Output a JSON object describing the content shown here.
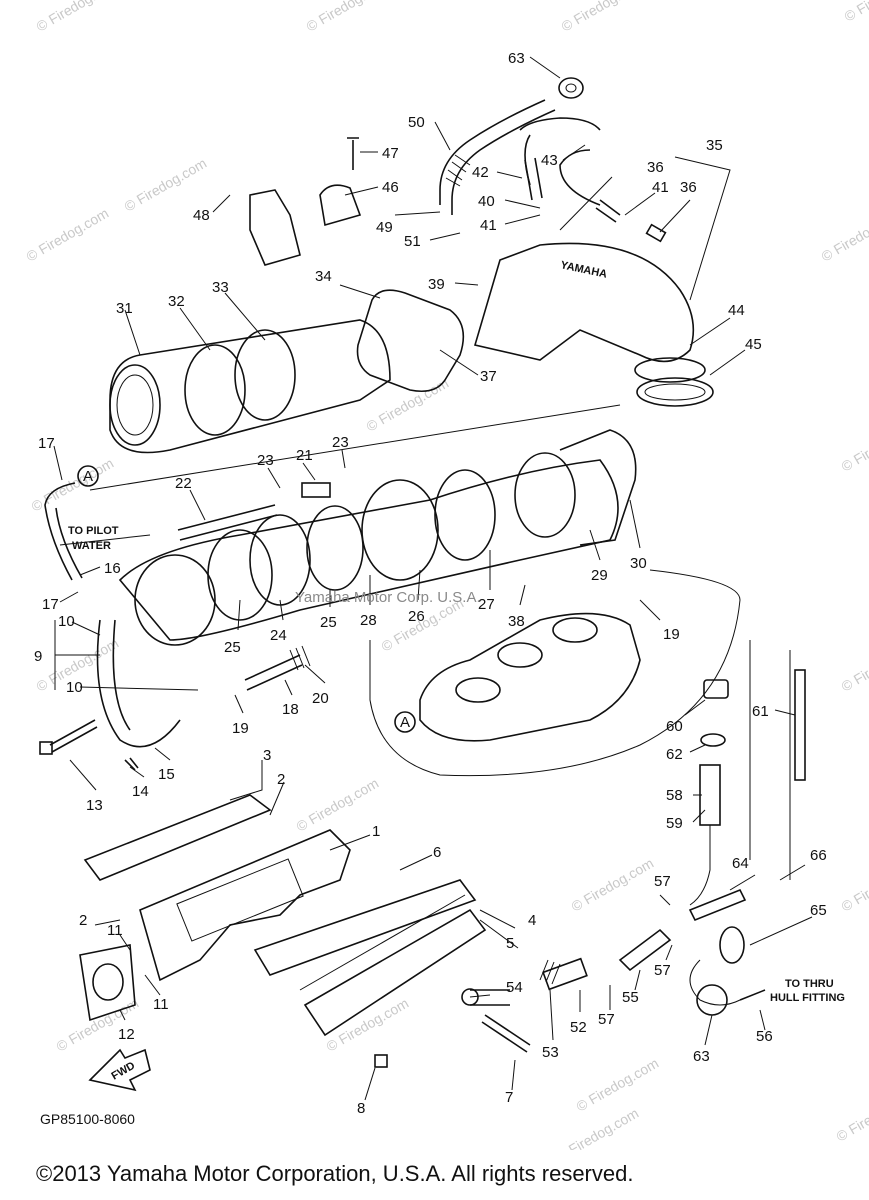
{
  "diagram": {
    "watermark": "© Firedog.com",
    "center_text": "Yamaha Motor Corp. U.S.A.",
    "brand_on_part": "YAMAHA",
    "fwd_arrow": "FWD",
    "diagram_code": "GP85100-8060",
    "copyright": "©2013 Yamaha Motor Corporation, U.S.A. All rights reserved.",
    "notes": {
      "pilot_water": "TO PILOT\nWATER",
      "pilot_line1": "TO PILOT",
      "pilot_line2": "WATER",
      "thru_line1": "TO THRU",
      "thru_line2": "HULL FITTING"
    },
    "callout_A": "A",
    "callouts": [
      "63",
      "50",
      "47",
      "46",
      "48",
      "42",
      "43",
      "36",
      "35",
      "41",
      "36",
      "49",
      "40",
      "51",
      "41",
      "34",
      "39",
      "31",
      "32",
      "33",
      "44",
      "45",
      "37",
      "17",
      "23",
      "21",
      "23",
      "22",
      "16",
      "17",
      "10",
      "9",
      "10",
      "25",
      "24",
      "25",
      "28",
      "26",
      "27",
      "38",
      "29",
      "30",
      "19",
      "18",
      "20",
      "19",
      "13",
      "14",
      "15",
      "60",
      "61",
      "62",
      "58",
      "59",
      "3",
      "2",
      "1",
      "6",
      "2",
      "11",
      "4",
      "5",
      "11",
      "12",
      "54",
      "57",
      "64",
      "66",
      "65",
      "57",
      "57",
      "55",
      "52",
      "53",
      "56",
      "63",
      "8",
      "7"
    ]
  }
}
